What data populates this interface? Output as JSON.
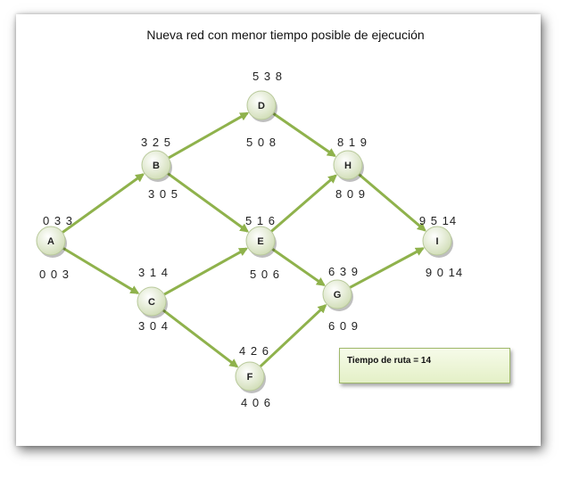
{
  "title": "Nueva red con menor tiempo posible de ejecución",
  "callout": "Tiempo de ruta = 14",
  "colors": {
    "arrow": "#8fb24c",
    "node_fill": "#e6efd3",
    "node_stroke": "#b8c99a"
  },
  "nodes": [
    {
      "id": "A",
      "top": "0 3 3",
      "bottom": "0 0 3"
    },
    {
      "id": "B",
      "top": "3 2 5",
      "bottom": "3 0 5"
    },
    {
      "id": "C",
      "top": "3 1 4",
      "bottom": "3 0 4"
    },
    {
      "id": "D",
      "top": "5 3 8",
      "bottom": "5 0 8"
    },
    {
      "id": "E",
      "top": "5 1 6",
      "bottom": "5  0  6"
    },
    {
      "id": "F",
      "top": "4 2 6",
      "bottom": "4 0 6"
    },
    {
      "id": "G",
      "top": "6 3 9",
      "bottom": "6 0 9"
    },
    {
      "id": "H",
      "top": "8 1 9",
      "bottom": "8 0 9"
    },
    {
      "id": "I",
      "top": "9 5 14",
      "bottom": "9 0 14"
    }
  ],
  "edges": [
    [
      "A",
      "B"
    ],
    [
      "A",
      "C"
    ],
    [
      "B",
      "D"
    ],
    [
      "B",
      "E"
    ],
    [
      "C",
      "E"
    ],
    [
      "C",
      "F"
    ],
    [
      "D",
      "H"
    ],
    [
      "E",
      "H"
    ],
    [
      "E",
      "G"
    ],
    [
      "F",
      "G"
    ],
    [
      "H",
      "I"
    ],
    [
      "G",
      "I"
    ]
  ]
}
